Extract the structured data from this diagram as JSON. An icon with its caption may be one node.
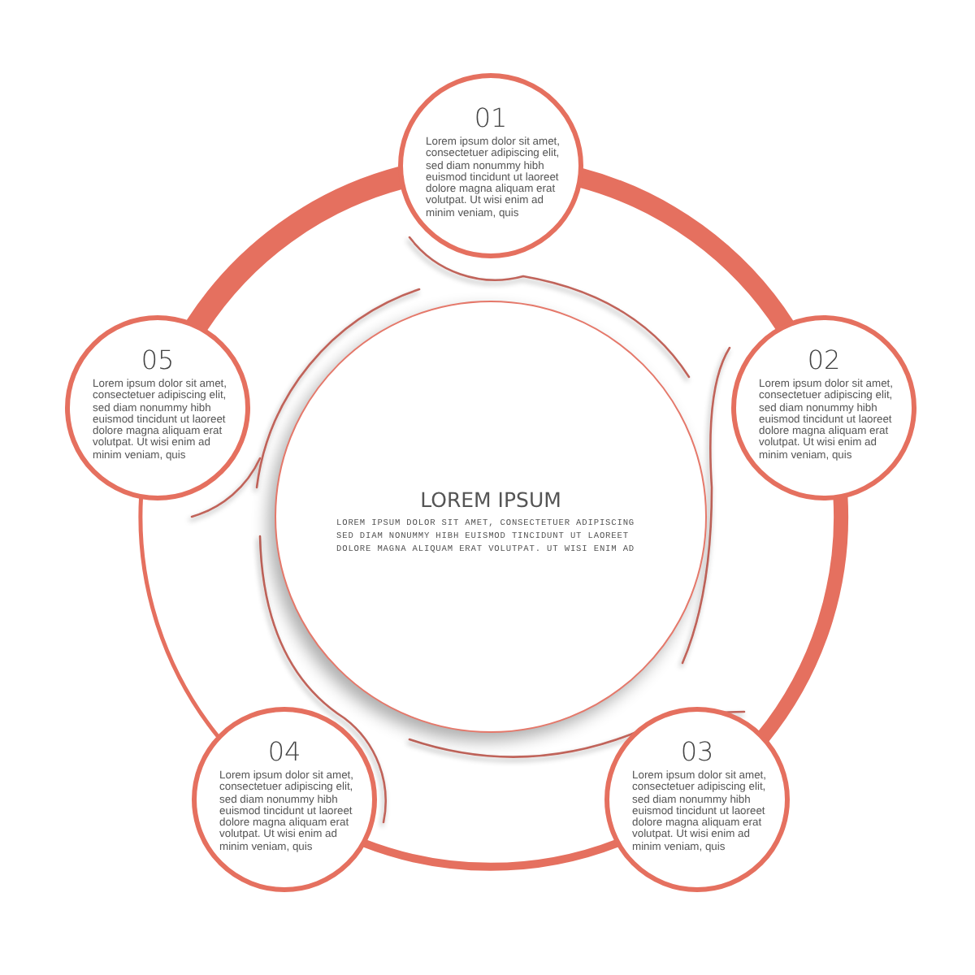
{
  "diagram": {
    "nodes": [
      {
        "text": [
          "01",
          "Lorem ipsum dolor sit amet, consectetuer adipiscing elit, sed diam nonummy hibh euismod tincidunt ut laoreet dolore magna aliquam erat volutpat. Ut wisi enim ad minim veniam, quis"
        ]
      },
      {
        "text": [
          "02",
          "Lorem ipsum dolor sit amet, consectetuer adipiscing elit, sed diam nonummy hibh euismod tincidunt ut laoreet dolore magna aliquam erat volutpat. Ut wisi enim ad minim veniam, quis"
        ]
      },
      {
        "text": [
          "03",
          "Lorem ipsum dolor sit amet, consectetuer adipiscing elit, sed diam nonummy hibh euismod tincidunt ut laoreet dolore magna aliquam erat volutpat. Ut wisi enim ad minim veniam, quis"
        ]
      },
      {
        "text": [
          "04",
          "Lorem ipsum dolor sit amet, consectetuer adipiscing elit, sed diam nonummy hibh euismod tincidunt ut laoreet dolore magna aliquam erat volutpat. Ut wisi enim ad minim veniam, quis"
        ]
      },
      {
        "text": [
          "05",
          "Lorem ipsum dolor sit amet, consectetuer adipiscing elit, sed diam nonummy hibh euismod tincidunt ut laoreet dolore magna aliquam erat volutpat. Ut wisi enim ad minim veniam, quis"
        ]
      },
      {
        "text": [
          "LOREM IPSUM",
          "LOREM IPSUM DOLOR SIT AMET, CONSECTETUER ADIPISCING SED DIAM NONUMMY HIBH EUISMOD TINCIDUNT UT LAOREET DOLORE MAGNA ALIQUAM ERAT VOLUTPAT. UT WISI ENIM AD"
        ]
      }
    ],
    "edges": [
      {
        "from": 0,
        "to": 1,
        "arrow": "none"
      },
      {
        "from": 1,
        "to": 2,
        "arrow": "none"
      },
      {
        "from": 2,
        "to": 3,
        "arrow": "none"
      },
      {
        "from": 3,
        "to": 4,
        "arrow": "none"
      },
      {
        "from": 4,
        "to": 0,
        "arrow": "none"
      }
    ]
  }
}
